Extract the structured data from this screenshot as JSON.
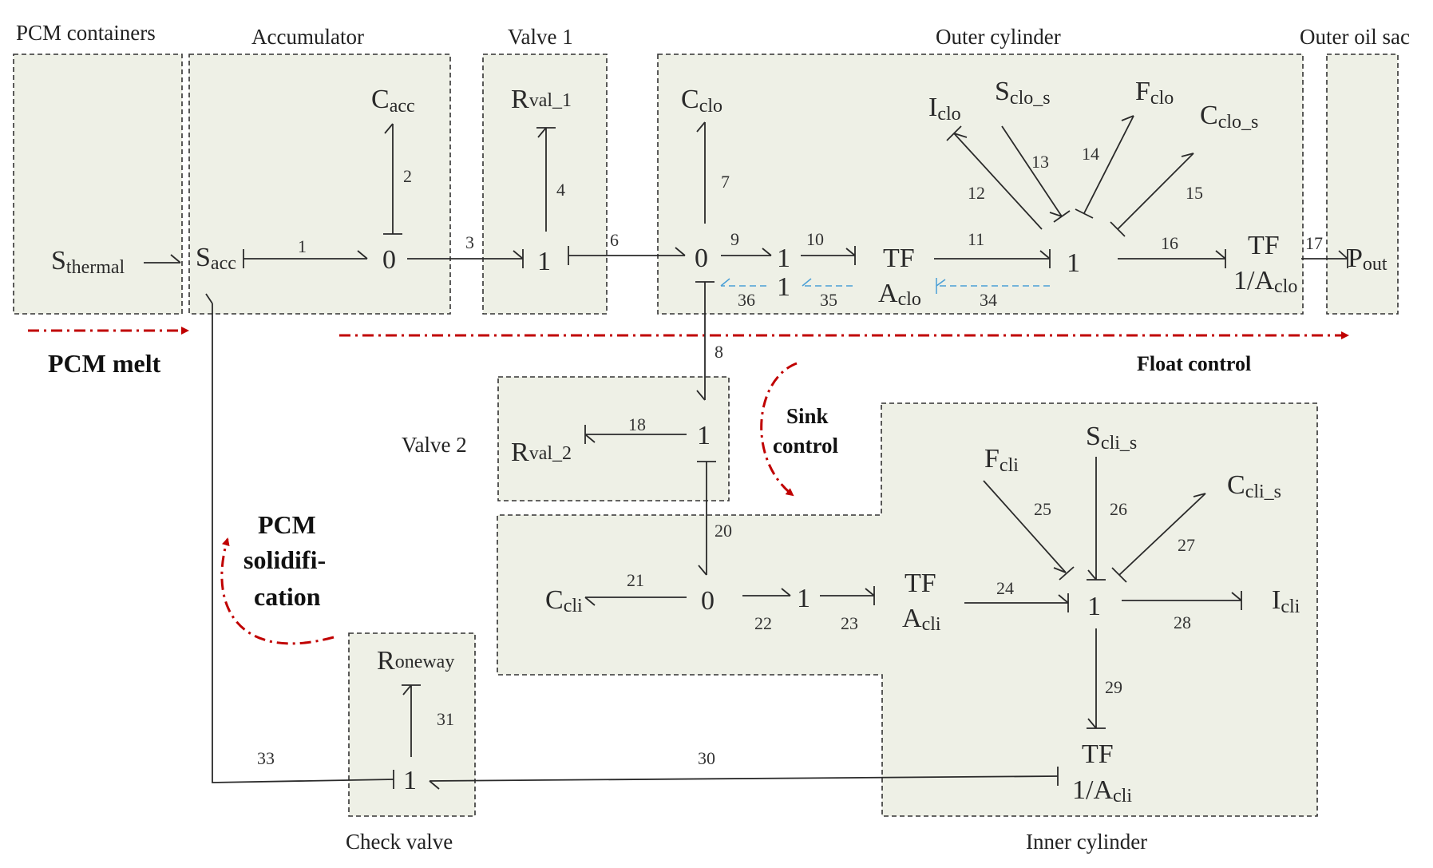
{
  "regions": {
    "pcm_containers": "PCM containers",
    "accumulator": "Accumulator",
    "valve1": "Valve 1",
    "outer_cylinder": "Outer cylinder",
    "outer_oil_sac": "Outer oil sac",
    "valve2": "Valve 2",
    "check_valve": "Check valve",
    "inner_cylinder": "Inner cylinder"
  },
  "annotations": {
    "pcm_melt": "PCM melt",
    "float_control": "Float control",
    "sink_control_1": "Sink",
    "sink_control_2": "control",
    "pcm_solid_1": "PCM",
    "pcm_solid_2": "solidifi-",
    "pcm_solid_3": "cation"
  },
  "elements": {
    "s_thermal": {
      "main": "S",
      "sub": "thermal"
    },
    "s_acc": {
      "main": "S",
      "sub": "acc"
    },
    "c_acc": {
      "main": "C",
      "sub": "acc"
    },
    "r_val1": {
      "main": "R",
      "sub": "val_1"
    },
    "c_clo": {
      "main": "C",
      "sub": "clo"
    },
    "i_clo": {
      "main": "I",
      "sub": "clo"
    },
    "s_clo_s": {
      "main": "S",
      "sub": "clo_s"
    },
    "f_clo": {
      "main": "F",
      "sub": "clo"
    },
    "c_clo_s": {
      "main": "C",
      "sub": "clo_s"
    },
    "tf_aclo": {
      "top": "TF",
      "main": "A",
      "sub": "clo"
    },
    "tf_1aclo": {
      "top": "TF",
      "main": "1/A",
      "sub": "clo"
    },
    "p_out": {
      "main": "P",
      "sub": "out"
    },
    "r_val2": {
      "main": "R",
      "sub": "val_2"
    },
    "c_cli": {
      "main": "C",
      "sub": "cli"
    },
    "tf_acli": {
      "top": "TF",
      "main": "A",
      "sub": "cli"
    },
    "f_cli": {
      "main": "F",
      "sub": "cli"
    },
    "s_cli_s": {
      "main": "S",
      "sub": "cli_s"
    },
    "c_cli_s": {
      "main": "C",
      "sub": "cli_s"
    },
    "i_cli": {
      "main": "I",
      "sub": "cli"
    },
    "tf_1acli": {
      "top": "TF",
      "main": "1/A",
      "sub": "cli"
    },
    "r_oneway": {
      "main": "R",
      "sub": "oneway"
    }
  },
  "junctions": {
    "zero": "0",
    "one": "1"
  },
  "bonds": [
    "1",
    "2",
    "3",
    "4",
    "6",
    "7",
    "8",
    "9",
    "10",
    "11",
    "12",
    "13",
    "14",
    "15",
    "16",
    "17",
    "18",
    "20",
    "21",
    "22",
    "23",
    "24",
    "25",
    "26",
    "27",
    "28",
    "29",
    "30",
    "31",
    "33",
    "34",
    "35",
    "36"
  ]
}
